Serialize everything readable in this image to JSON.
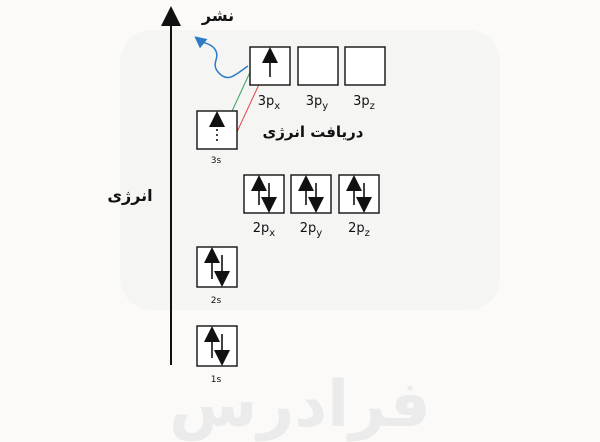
{
  "watermark": "فرادرس",
  "labels": {
    "energy_axis": "انرژی",
    "emission": "نشر",
    "absorption": "دریافت انرژی"
  },
  "orbitals": [
    {
      "id": "1s",
      "base": "1s",
      "sub": "",
      "electrons": "pair"
    },
    {
      "id": "2s",
      "base": "2s",
      "sub": "",
      "electrons": "pair"
    },
    {
      "id": "2px",
      "base": "2p",
      "sub": "x",
      "electrons": "pair"
    },
    {
      "id": "2py",
      "base": "2p",
      "sub": "y",
      "electrons": "pair"
    },
    {
      "id": "2pz",
      "base": "2p",
      "sub": "z",
      "electrons": "pair"
    },
    {
      "id": "3s",
      "base": "3s",
      "sub": "",
      "electrons": "dotted-up"
    },
    {
      "id": "3px",
      "base": "3p",
      "sub": "x",
      "electrons": "up"
    },
    {
      "id": "3py",
      "base": "3p",
      "sub": "y",
      "electrons": "empty"
    },
    {
      "id": "3pz",
      "base": "3p",
      "sub": "z",
      "electrons": "empty"
    }
  ],
  "colors": {
    "emission_wave": "#2f7bc4",
    "absorption_arrow": "#e0444c",
    "return_arrow": "#3aa35a",
    "line": "#111111"
  },
  "icons": {
    "energy_axis": "up-arrow-icon",
    "emission": "wavy-arrow-icon"
  }
}
